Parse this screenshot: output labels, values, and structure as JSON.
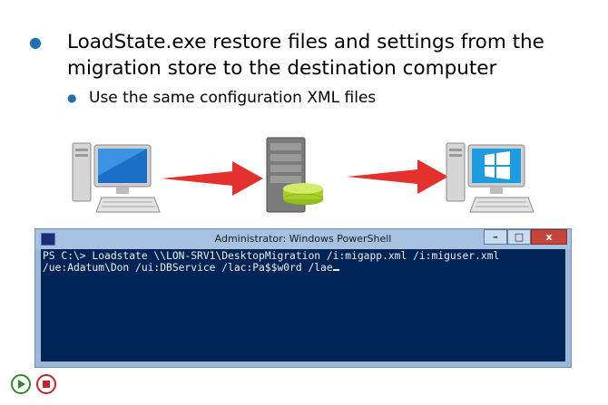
{
  "slide": {
    "bullet_main": "LoadState.exe restore files and settings from the migration store to the destination computer",
    "bullet_sub": "Use the same configuration XML files"
  },
  "powershell": {
    "title": "Administrator: Windows PowerShell",
    "line1": "PS C:\\> Loadstate \\\\LON-SRV1\\DesktopMigration /i:migapp.xml /i:miguser.xml",
    "line2": "/ue:Adatum\\Don /ui:DBService /lac:Pa$$w0rd /lae",
    "minimize_label": "–",
    "maximize_label": "□",
    "close_label": "x"
  },
  "icons": {
    "source_computer": "desktop-computer-icon",
    "migration_server": "server-database-icon",
    "destination_computer": "windows-computer-icon",
    "arrows": "right-arrow-icon",
    "play": "play-icon",
    "stop": "stop-icon"
  },
  "colors": {
    "bullet": "#1f6fb2",
    "arrow": "#e4312d",
    "console_bg": "#012456",
    "console_text": "#eeedf0",
    "window_frame": "#a7c2e1",
    "close_button": "#c5453a"
  }
}
